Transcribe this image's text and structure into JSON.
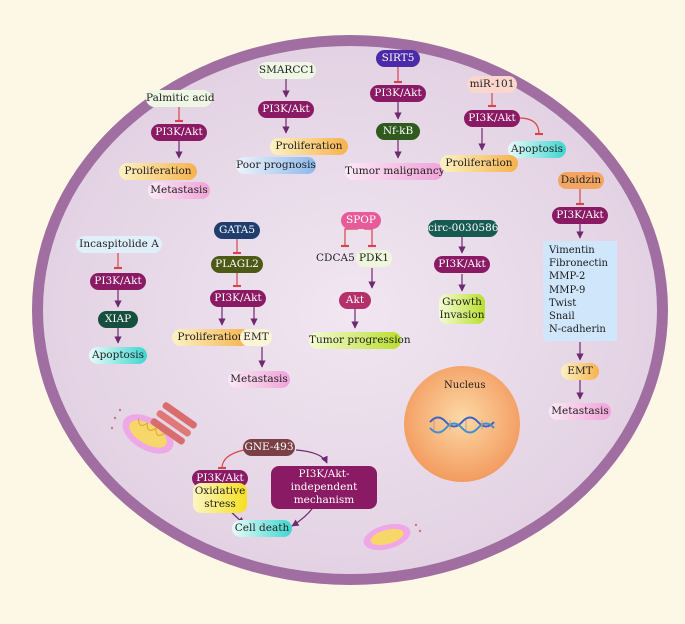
{
  "colors": {
    "background": "#fdf7e6",
    "cell_fill": "#ece0ec",
    "cell_border": "#9a6c9a",
    "node_pi3k": "#8a1a64",
    "arrow": "#6e2a6e",
    "inhibit": "#d6454a",
    "nucleus": "#f6a468"
  },
  "nucleus": {
    "label": "Nucleus"
  },
  "pathways": {
    "palmitic": {
      "inducer": "Palmitic acid",
      "pi3k": "PI3K/Akt",
      "proliferation": "Proliferation",
      "metastasis": "Metastasis"
    },
    "smarcc1": {
      "inducer": "SMARCC1",
      "pi3k": "PI3K/Akt",
      "proliferation": "Proliferation",
      "poor_prognosis": "Poor prognosis"
    },
    "sirt5": {
      "inducer": "SIRT5",
      "pi3k": "PI3K/Akt",
      "nfkb": "Nf-kB",
      "tumor_malignancy": "Tumor malignancy"
    },
    "mir101": {
      "inducer": "miR-101",
      "pi3k": "PI3K/Akt",
      "proliferation": "Proliferation",
      "apoptosis": "Apoptosis"
    },
    "daidzin": {
      "inducer": "Daidzin",
      "pi3k": "PI3K/Akt",
      "markers": [
        "Vimentin",
        "Fibronectin",
        "MMP-2",
        "MMP-9",
        "Twist",
        "Snail",
        "N-cadherin"
      ],
      "emt": "EMT",
      "metastasis": "Metastasis"
    },
    "incaspitolide": {
      "inducer": "Incaspitolide A",
      "pi3k": "PI3K/Akt",
      "xiap": "XIAP",
      "apoptosis": "Apoptosis"
    },
    "gata5": {
      "inducer": "GATA5",
      "plagl2": "PLAGL2",
      "pi3k": "PI3K/Akt",
      "proliferation": "Proliferation",
      "emt": "EMT",
      "metastasis": "Metastasis"
    },
    "spop": {
      "inducer": "SPOP",
      "cdca5": "CDCA5",
      "pdk1": "PDK1",
      "akt": "Akt",
      "tumor_progression": "Tumor progression"
    },
    "circ": {
      "inducer": "circ-0030586",
      "pi3k": "PI3K/Akt",
      "outcome": "Growth Invasion"
    },
    "gne": {
      "inducer": "GNE-493",
      "pi3k": "PI3K/Akt",
      "independent": "PI3K/Akt-independent mechanism",
      "oxidative": "Oxidative stress",
      "cell_death": "Cell death"
    }
  }
}
